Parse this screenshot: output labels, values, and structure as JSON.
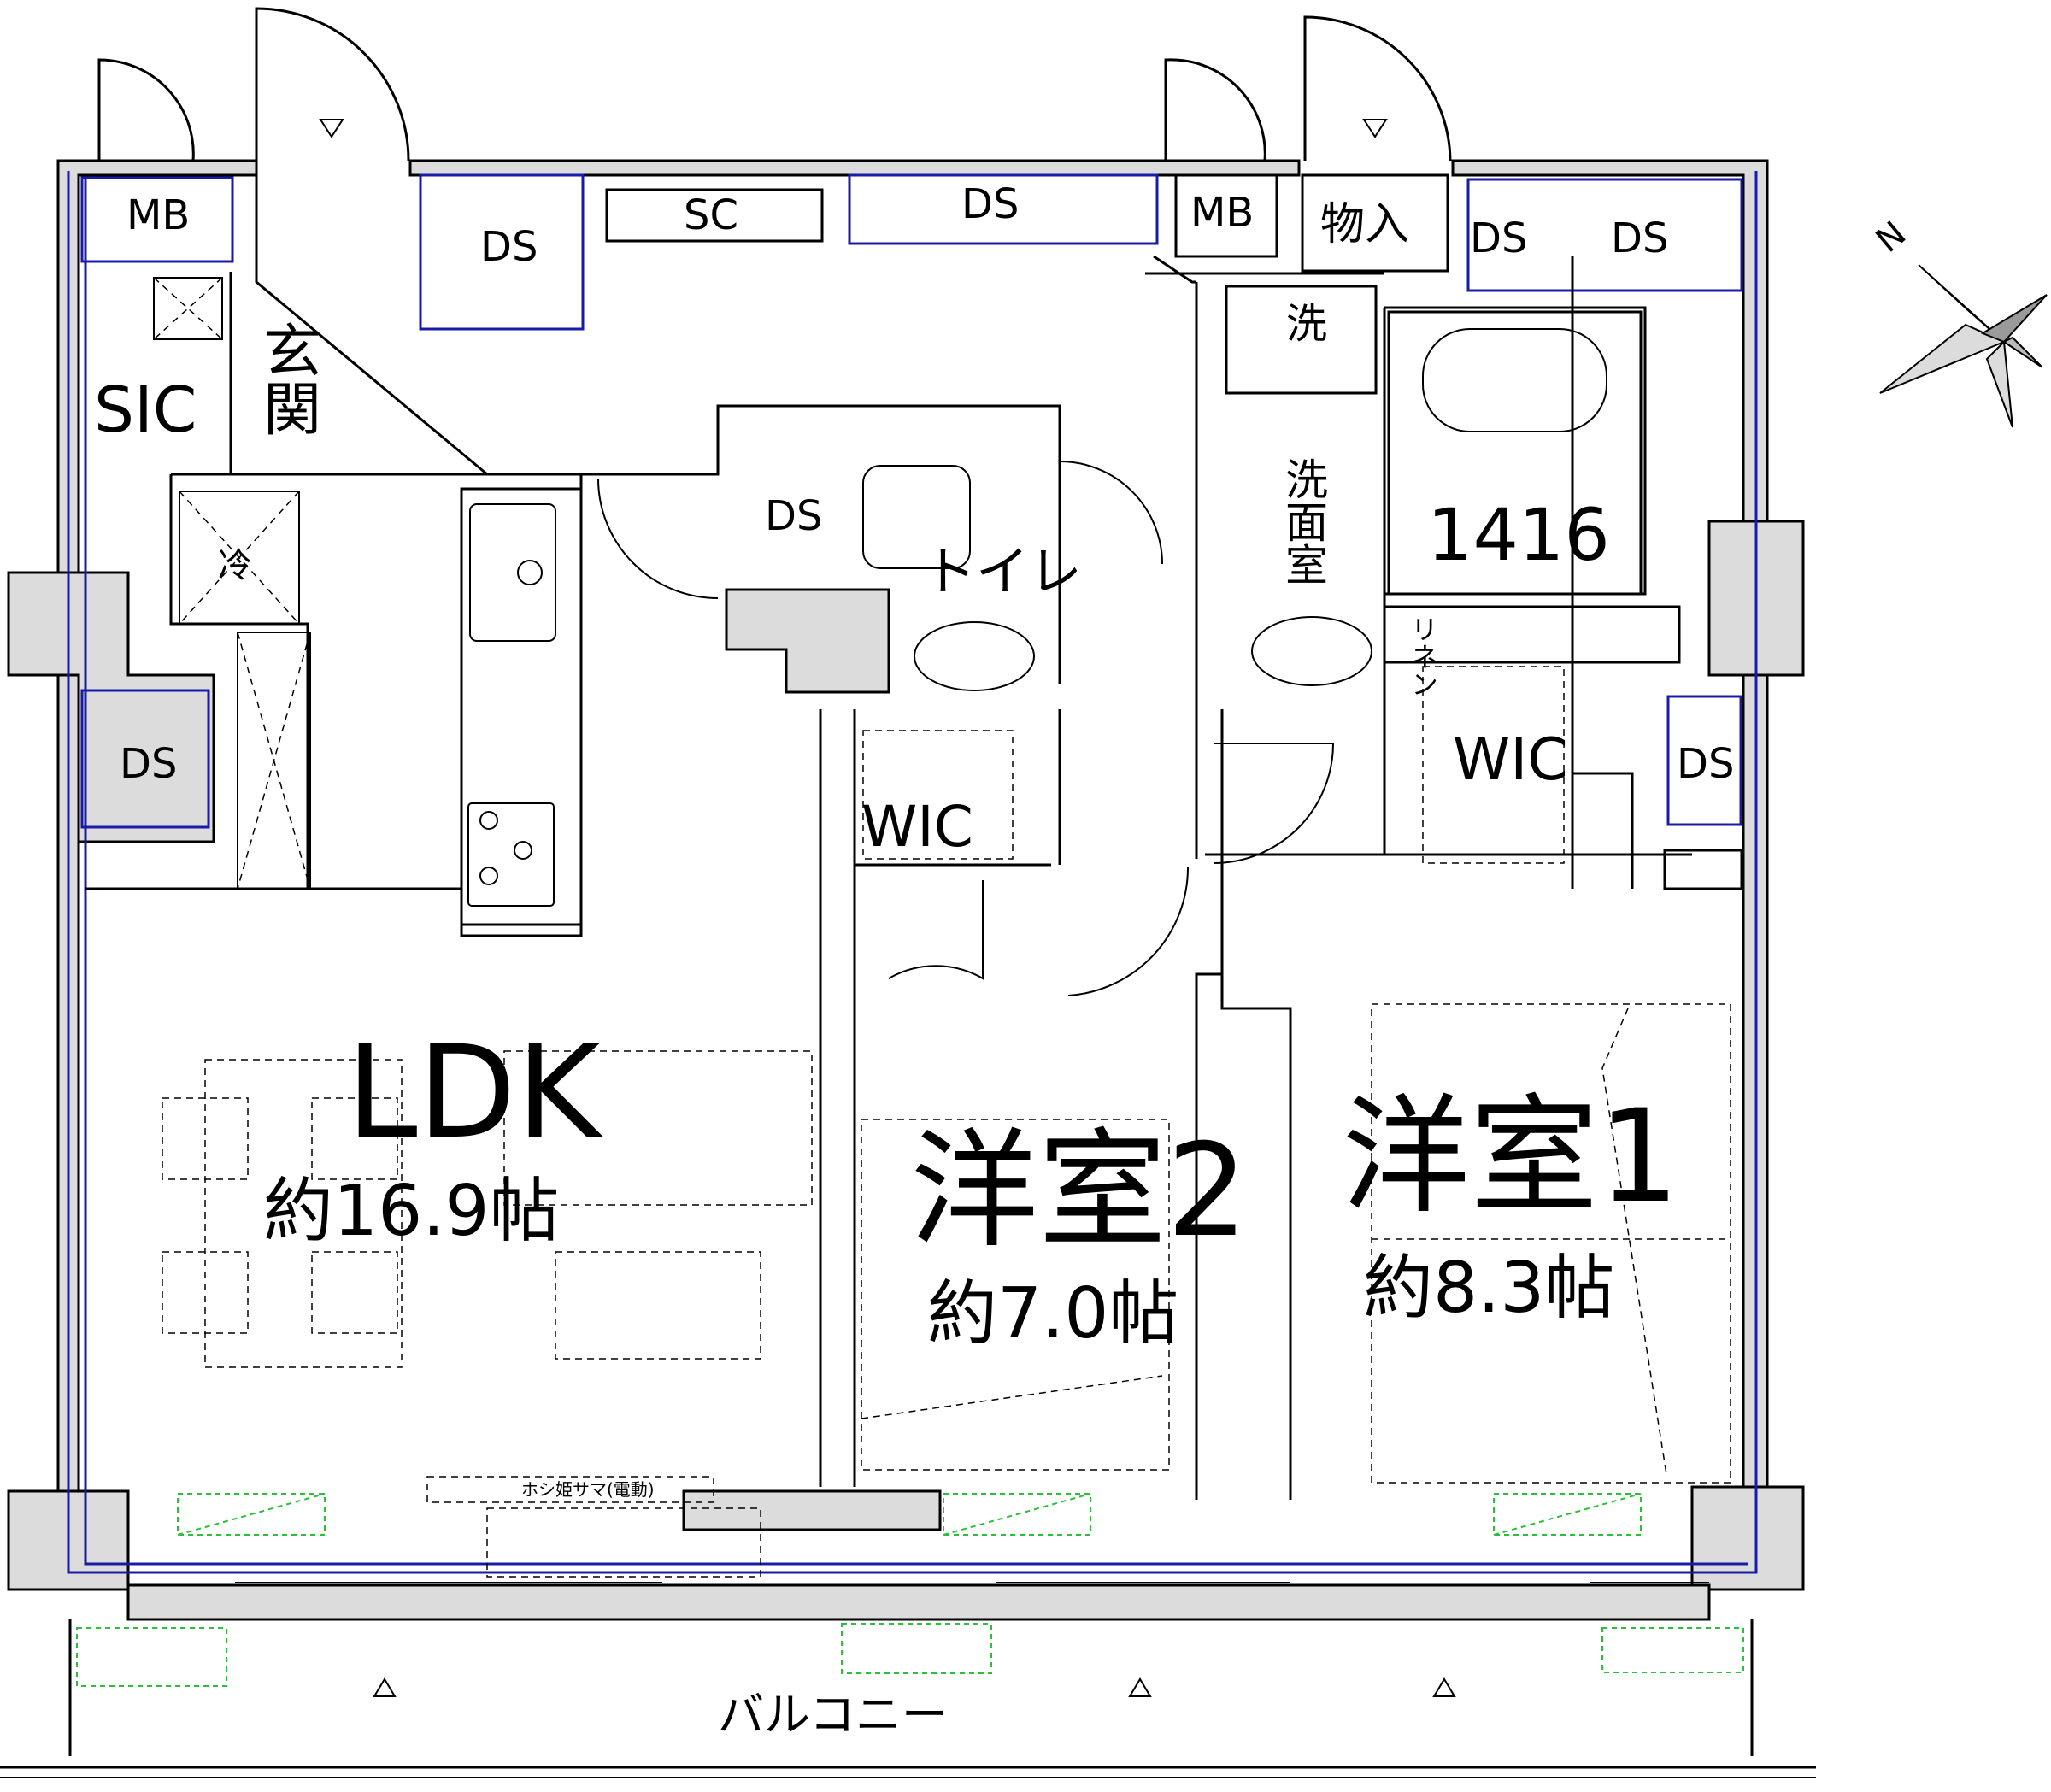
{
  "rooms": {
    "ldk": {
      "name": "LDK",
      "size": "約16.9帖"
    },
    "western2": {
      "name": "洋室2",
      "size": "約7.0帖"
    },
    "western1": {
      "name": "洋室1",
      "size": "約8.3帖"
    }
  },
  "labels": {
    "mb": "MB",
    "ds": "DS",
    "sc": "SC",
    "sic": "SIC",
    "genkan": "玄関",
    "monoire": "物入",
    "sentaku": "洗",
    "senmenshitsu": "洗面室",
    "bath": "1416",
    "toilet": "トイレ",
    "wic": "WIC",
    "linen": "リネン",
    "fridge": "冷",
    "balcony": "バルコニー",
    "curtain": "ホシ姫サマ(電動)"
  },
  "compass": {
    "label": "N"
  },
  "colors": {
    "wall_fill": "#dcdcdc",
    "insulation": "#1a1aa8",
    "planter": "#2bbf3a"
  }
}
